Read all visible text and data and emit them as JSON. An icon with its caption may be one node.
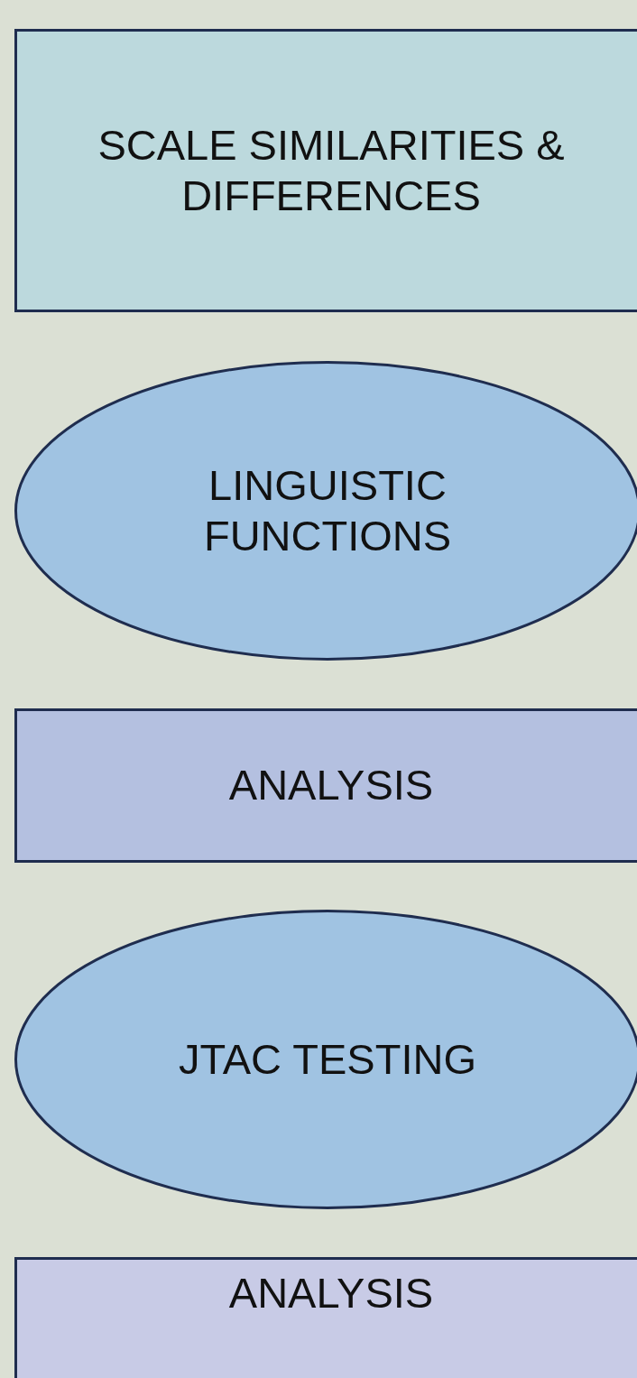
{
  "diagram": {
    "nodes": [
      {
        "text": [
          "SCALE SIMILARITIES & DIFFERENCES"
        ]
      },
      {
        "text": [
          "LINGUISTIC FUNCTIONS"
        ]
      },
      {
        "text": [
          "ANALYSIS"
        ]
      },
      {
        "text": [
          "JTAC TESTING"
        ]
      },
      {
        "text": [
          "ANALYSIS"
        ]
      }
    ]
  }
}
